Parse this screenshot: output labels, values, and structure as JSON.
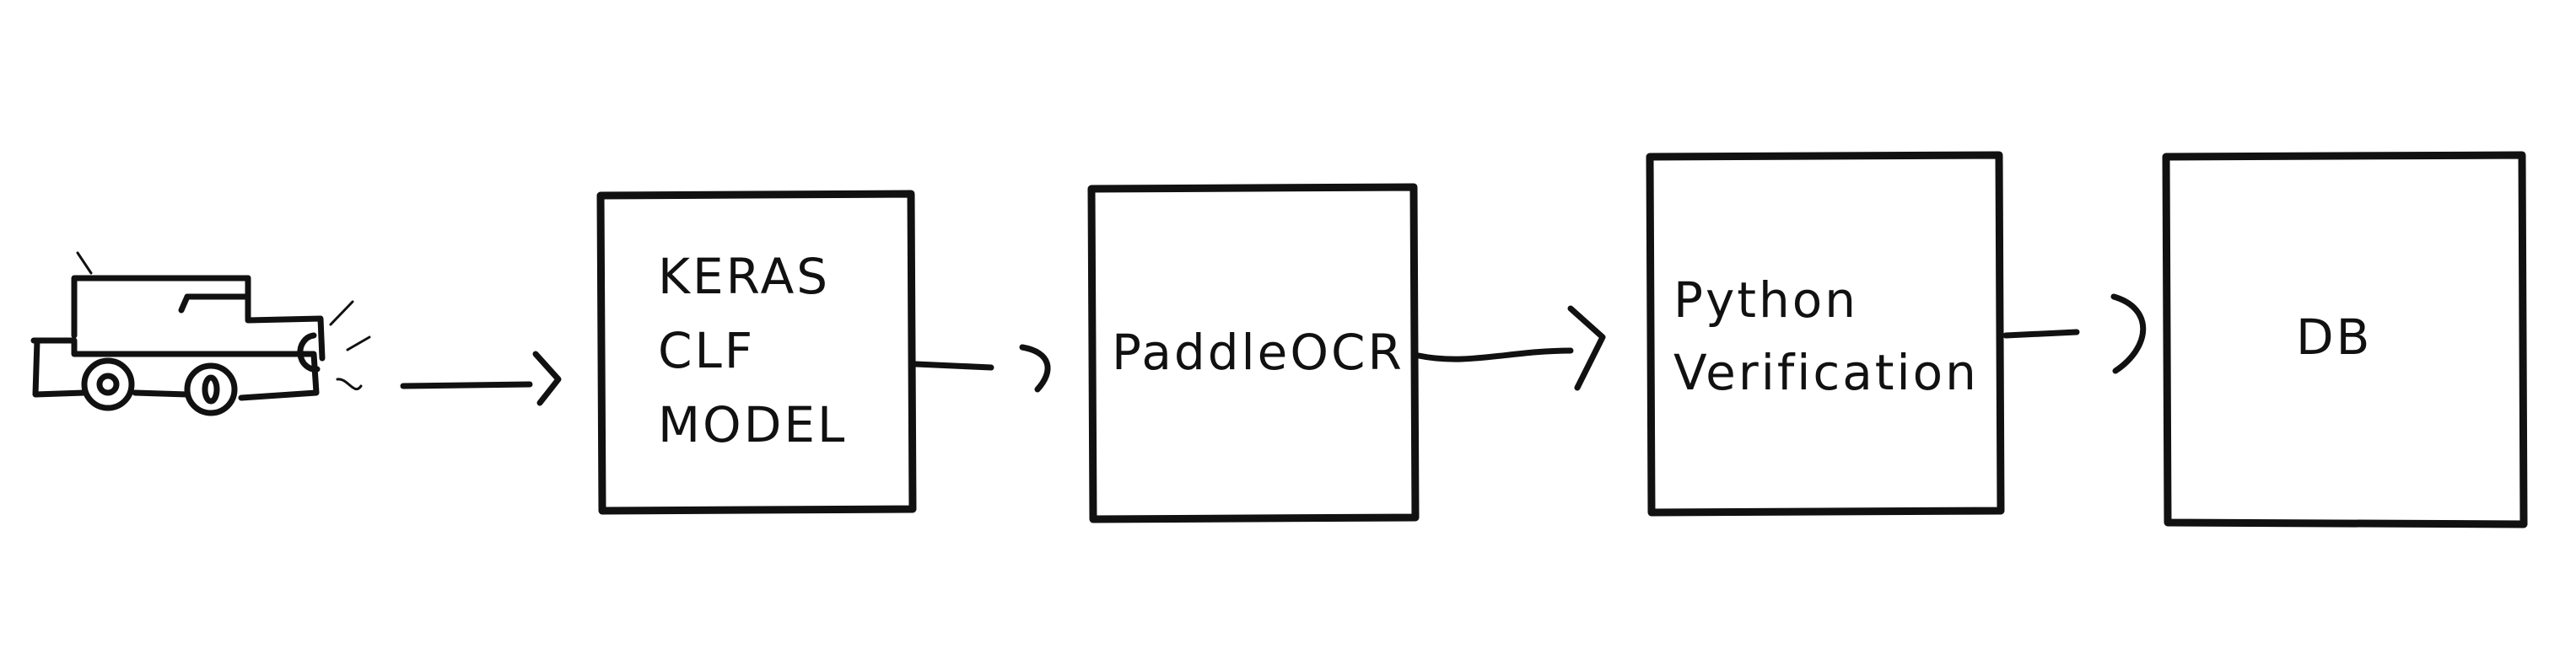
{
  "nodes": [
    {
      "id": "keras",
      "lines": [
        "KERAS",
        "CLF",
        "MODEL"
      ]
    },
    {
      "id": "paddle",
      "lines": [
        "PaddleOCR"
      ]
    },
    {
      "id": "python",
      "lines": [
        "Python",
        "Verification"
      ]
    },
    {
      "id": "db",
      "lines": [
        "DB"
      ]
    }
  ],
  "source_icon": "vehicle-icon"
}
